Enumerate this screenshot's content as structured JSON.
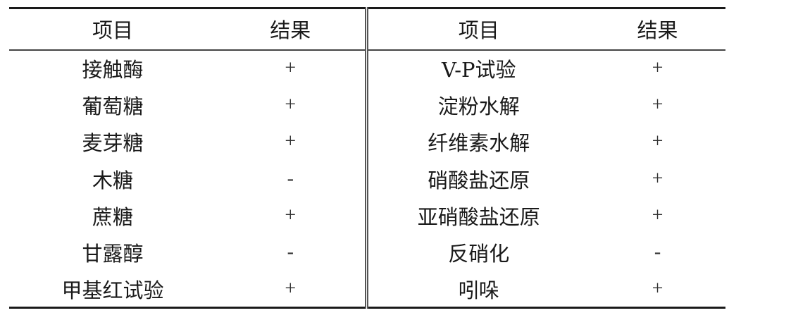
{
  "headers": {
    "item_left": "项目",
    "result_left": "结果",
    "item_right": "项目",
    "result_right": "结果"
  },
  "rows": [
    {
      "left_item": "接触酶",
      "left_result": "+",
      "right_item": "V-P试验",
      "right_result": "+"
    },
    {
      "left_item": "葡萄糖",
      "left_result": "+",
      "right_item": "淀粉水解",
      "right_result": "+"
    },
    {
      "left_item": "麦芽糖",
      "left_result": "+",
      "right_item": "纤维素水解",
      "right_result": "+"
    },
    {
      "left_item": "木糖",
      "left_result": "-",
      "right_item": "硝酸盐还原",
      "right_result": "+"
    },
    {
      "left_item": "蔗糖",
      "left_result": "+",
      "right_item": "亚硝酸盐还原",
      "right_result": "+"
    },
    {
      "left_item": "甘露醇",
      "left_result": "-",
      "right_item": "反硝化",
      "right_result": "-"
    },
    {
      "left_item": "甲基红试验",
      "left_result": "+",
      "right_item": "吲哚",
      "right_result": "+"
    }
  ]
}
